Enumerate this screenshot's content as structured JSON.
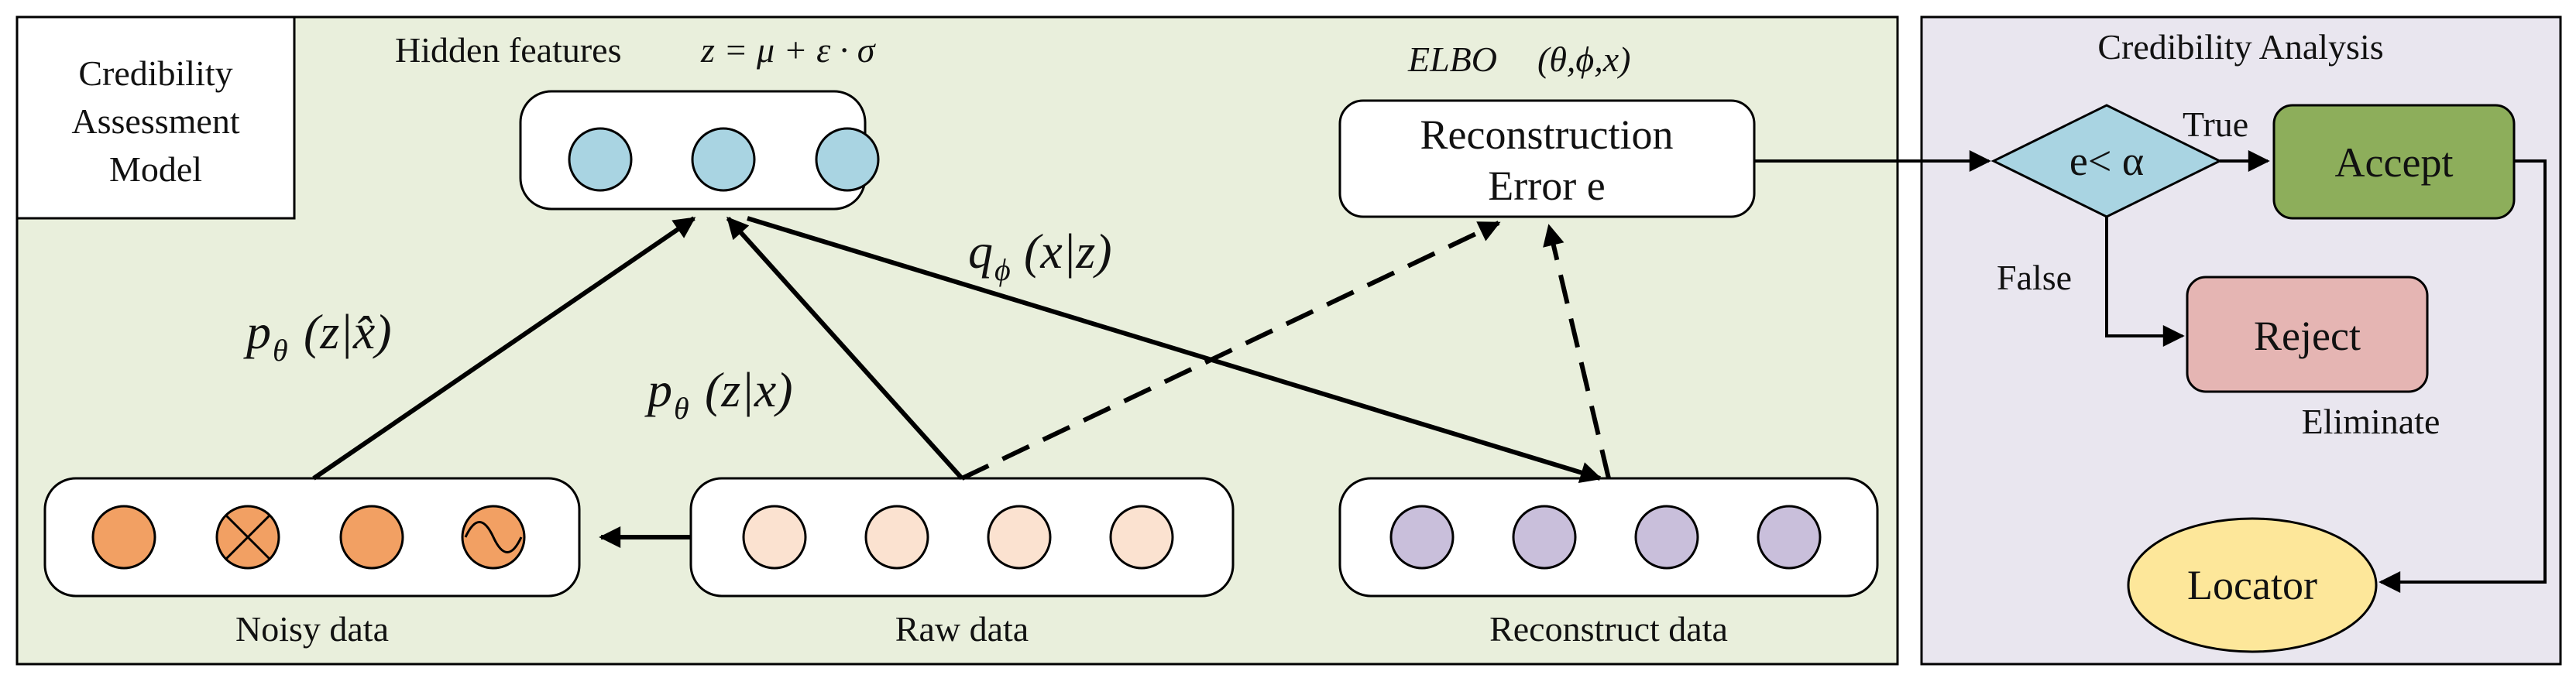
{
  "colors": {
    "left_panel_fill": "#e9efdc",
    "right_panel_fill": "#e9e6ef",
    "hidden_node": "#a9d4e2",
    "noisy_node": "#f2a063",
    "raw_node": "#fbe2d0",
    "recon_node": "#c9bfdb",
    "decision_fill": "#a9d4e2",
    "accept_fill": "#8dae5b",
    "reject_fill": "#e5b5b3",
    "locator_fill": "#fde79a"
  },
  "model_label": {
    "line1": "Credibility",
    "line2": "Assessment",
    "line3": "Model"
  },
  "hidden_features": {
    "caption": "Hidden features",
    "formula": "z = μ + ε · σ"
  },
  "elbo": {
    "label": "ELBO",
    "args": "(θ,ϕ,x)"
  },
  "reconstruction_box": {
    "line1": "Reconstruction",
    "line2": "Error e"
  },
  "edges": {
    "encoder_noisy": {
      "p": "p",
      "sub": "θ",
      "body": "(z|x̂)"
    },
    "encoder_raw": {
      "p": "p",
      "sub": "θ",
      "body": "(z|x)"
    },
    "decoder": {
      "q": "q",
      "sub": "ϕ",
      "body": "(x|z)"
    }
  },
  "data_labels": {
    "noisy": "Noisy data",
    "raw": "Raw data",
    "reconstruct": "Reconstruct data"
  },
  "analysis": {
    "title": "Credibility Analysis",
    "decision": "e< α",
    "true_label": "True",
    "false_label": "False",
    "accept": "Accept",
    "reject": "Reject",
    "eliminate": "Eliminate",
    "locator": "Locator"
  },
  "icons": {
    "noise_cross": "cross-in-circle-icon",
    "noise_wave": "sine-wave-icon"
  }
}
